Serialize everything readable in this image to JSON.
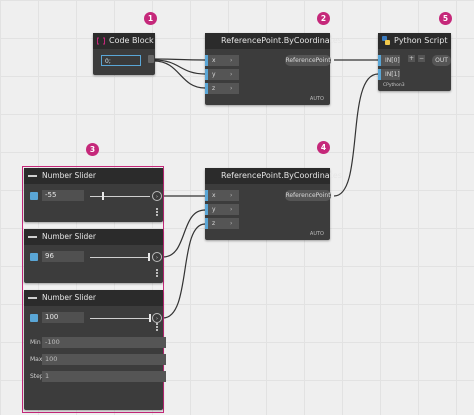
{
  "nodes": {
    "code_block": {
      "title": "Code Block",
      "code": "0;",
      "badge": "1"
    },
    "ref_point_top": {
      "title": "ReferencePoint.ByCoordinates",
      "inputs": [
        "x",
        "y",
        "z"
      ],
      "output": "ReferencePoint",
      "lacing": "AUTO",
      "badge": "2"
    },
    "ref_point_bottom": {
      "title": "ReferencePoint.ByCoordinates",
      "inputs": [
        "x",
        "y",
        "z"
      ],
      "output": "ReferencePoint",
      "lacing": "AUTO",
      "badge": "4"
    },
    "python_script": {
      "title": "Python Script",
      "inputs": [
        "IN[0]",
        "IN[1]"
      ],
      "output": "OUT",
      "language": "CPython3",
      "add_label": "+",
      "remove_label": "−",
      "badge": "5"
    }
  },
  "slider_group": {
    "badge": "3"
  },
  "sliders": [
    {
      "title": "Number Slider",
      "value": "-55",
      "fraction": 0.22
    },
    {
      "title": "Number Slider",
      "value": "96",
      "fraction": 0.98
    },
    {
      "title": "Number Slider",
      "value": "100",
      "fraction": 1.0,
      "min_label": "Min",
      "min": "-100",
      "max_label": "Max",
      "max": "100",
      "step_label": "Step",
      "step": "1"
    }
  ],
  "colors": {
    "badge": "#c5287a",
    "port": "#5aa6d6",
    "node": "#3c3c3c",
    "header": "#2b2b2b"
  },
  "icons": [
    "code-block-icon",
    "python-logo-icon",
    "slider-icon",
    "chevron-right-icon"
  ]
}
